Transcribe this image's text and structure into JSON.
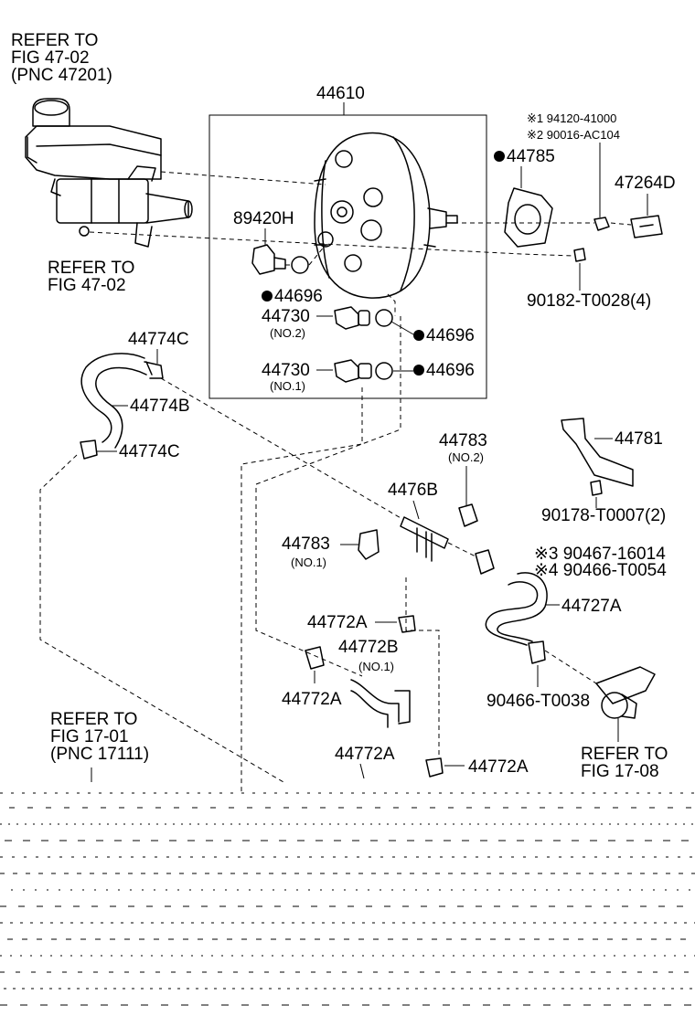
{
  "refs": {
    "top_left": [
      "REFER TO",
      "FIG 47-02",
      "(PNC 47201)"
    ],
    "mid_left": [
      "REFER TO",
      "FIG 47-02"
    ],
    "bottom_left": [
      "REFER TO",
      "FIG 17-01",
      "(PNC 17111)"
    ],
    "bottom_right": [
      "REFER TO",
      "FIG 17-08"
    ]
  },
  "parts": {
    "p44610": "44610",
    "p89420H": "89420H",
    "p44696_a": "44696",
    "p44730_no2": "44730",
    "no2_a": "(NO.2)",
    "p44696_b": "44696",
    "p44730_no1": "44730",
    "no1_a": "(NO.1)",
    "p44696_c": "44696",
    "note1": "※1 94120-41000",
    "note2": "※2 90016-AC104",
    "p44785": "44785",
    "p47264D": "47264D",
    "p90182": "90182-T0028(4)",
    "p44774C_a": "44774C",
    "p44774B": "44774B",
    "p44774C_b": "44774C",
    "p44783_no2": "44783",
    "no2_b": "(NO.2)",
    "p44781": "44781",
    "p4476B": "4476B",
    "p90178": "90178-T0007(2)",
    "p44783_no1": "44783",
    "no1_b": "(NO.1)",
    "note3": "※3 90467-16014",
    "note4": "※4 90466-T0054",
    "p44727A": "44727A",
    "p44772A_a": "44772A",
    "p44772B": "44772B",
    "no1_c": "(NO.1)",
    "p44772A_b": "44772A",
    "p90466": "90466-T0038",
    "p44772A_c": "44772A",
    "p44772A_d": "44772A"
  }
}
